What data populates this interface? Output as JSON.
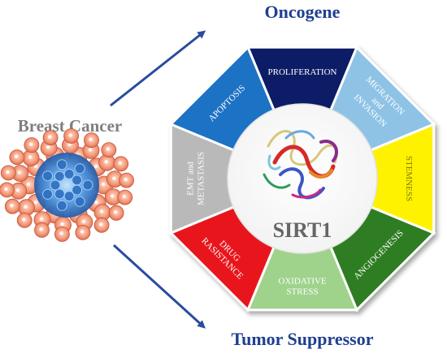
{
  "labels": {
    "oncogene": "Oncogene",
    "tumor_suppressor": "Tumor Suppressor",
    "breast_cancer": "Breast Cancer",
    "center": "SIRT1"
  },
  "segments": [
    {
      "key": "proliferation",
      "lines": [
        "PROLIFERATION"
      ],
      "color": "#0a1a66",
      "text_color": "#ffffff"
    },
    {
      "key": "migration",
      "lines": [
        "MIGRATION",
        "and",
        "INVASION"
      ],
      "color": "#8ec3e6",
      "text_color": "#ffffff"
    },
    {
      "key": "stemness",
      "lines": [
        "STEMNESS"
      ],
      "color": "#fff200",
      "text_color": "#7a7a00"
    },
    {
      "key": "angiogenesis",
      "lines": [
        "ANGIOGENESIS"
      ],
      "color": "#2e7d23",
      "text_color": "#ffffff"
    },
    {
      "key": "oxidative",
      "lines": [
        "OXIDATIVE",
        "STRESS"
      ],
      "color": "#9fd38c",
      "text_color": "#ffffff"
    },
    {
      "key": "drug",
      "lines": [
        "DRUG",
        "RASISTANCE"
      ],
      "color": "#e8141c",
      "text_color": "#ffffff"
    },
    {
      "key": "emt",
      "lines": [
        "EMT and",
        "METASTASIS"
      ],
      "color": "#b9b9b9",
      "text_color": "#ffffff"
    },
    {
      "key": "apoptosis",
      "lines": [
        "APOPTOSIS"
      ],
      "color": "#1b72c4",
      "text_color": "#ffffff"
    }
  ],
  "colors": {
    "heading": "#1f3f8f",
    "arrow": "#2a4c9e",
    "breast_cancer_text": "#7f7f7f",
    "center_text": "#666666"
  }
}
